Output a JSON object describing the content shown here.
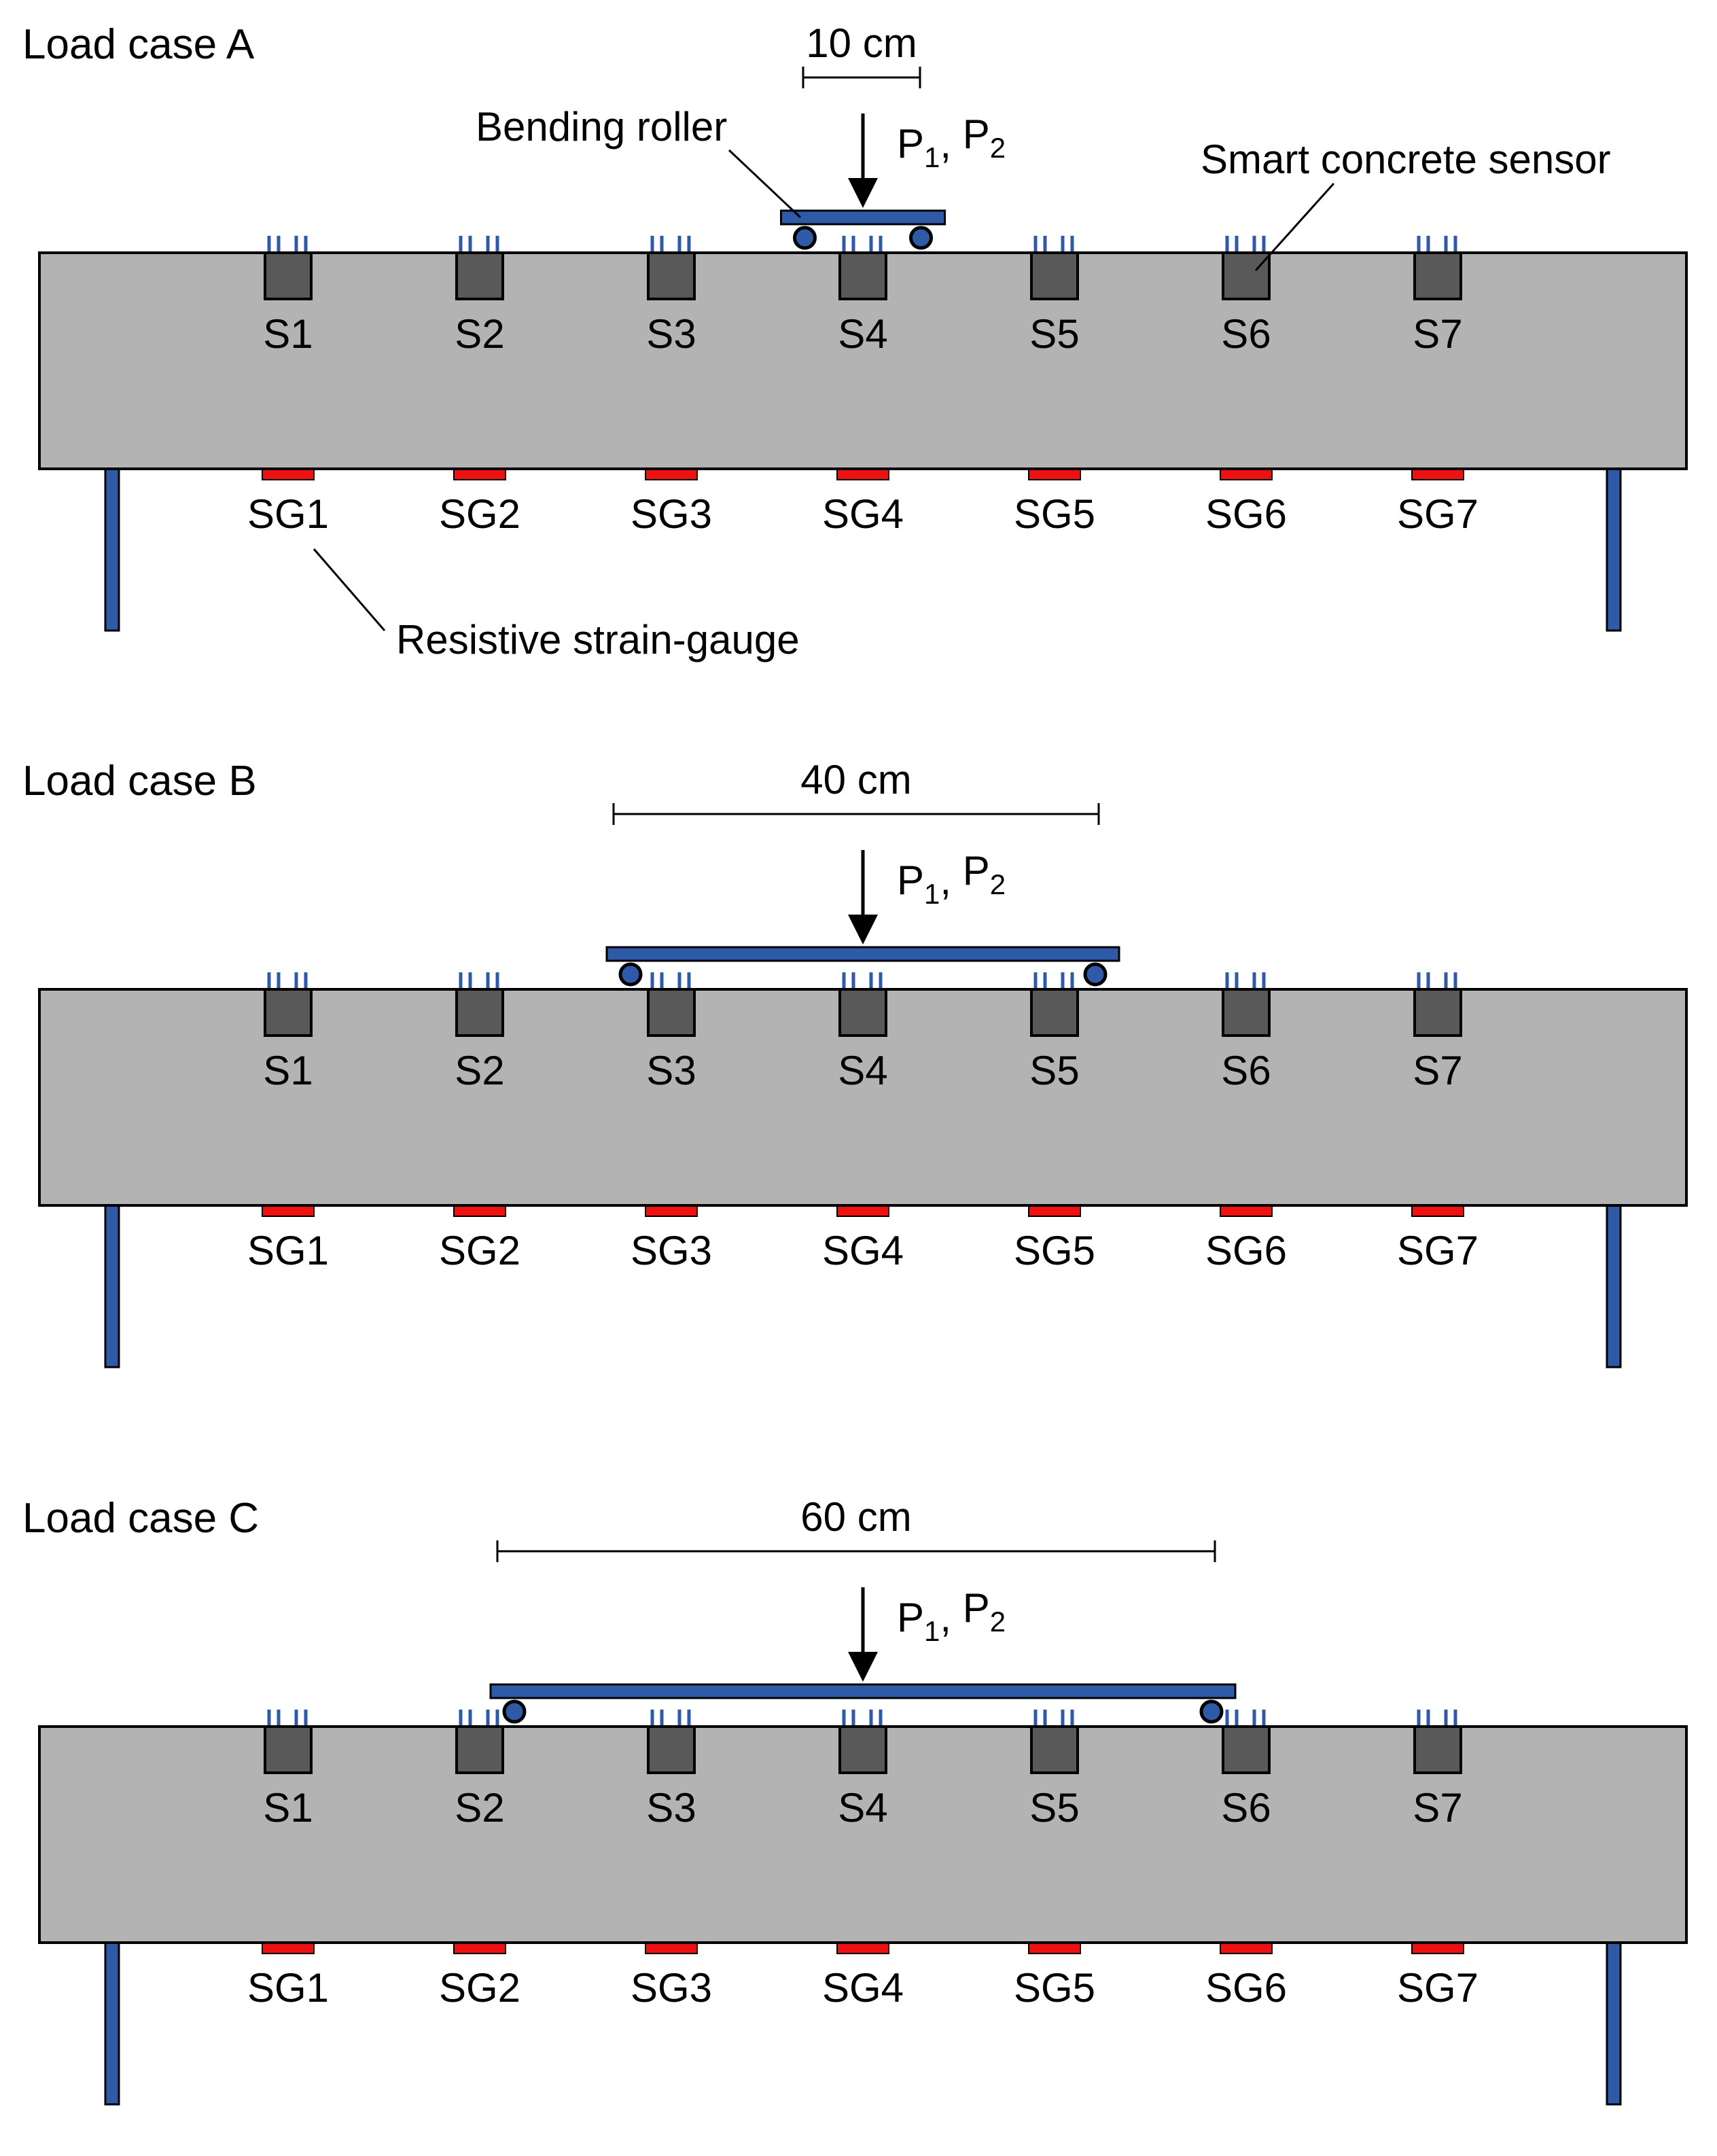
{
  "colors": {
    "beam_fill": "#b3b3b3",
    "beam_stroke": "#000000",
    "sensor_fill": "#595959",
    "wire": "#2e5aa8",
    "gauge_fill": "#ee1111",
    "steel_fill": "#2e5aa8",
    "steel_stroke": "#000000",
    "text": "#000000"
  },
  "icons": {
    "sensor": "smart-concrete-sensor-icon",
    "gauge": "strain-gauge-icon",
    "roller": "roller-icon",
    "arrow": "load-arrow-icon",
    "support": "support-post-icon"
  },
  "sensor_labels": [
    "S1",
    "S2",
    "S3",
    "S4",
    "S5",
    "S6",
    "S7"
  ],
  "gauge_labels": [
    "SG1",
    "SG2",
    "SG3",
    "SG4",
    "SG5",
    "SG6",
    "SG7"
  ],
  "load": {
    "p1": "P",
    "p1_sub": "1",
    "sep": ", ",
    "p2": "P",
    "p2_sub": "2"
  },
  "annotations": {
    "bending_roller": "Bending roller",
    "smart_sensor": "Smart concrete sensor",
    "strain_gauge": "Resistive strain-gauge"
  },
  "cases": [
    {
      "title": "Load case A",
      "span_label": "10 cm",
      "span_cm": 10
    },
    {
      "title": "Load case B",
      "span_label": "40 cm",
      "span_cm": 40
    },
    {
      "title": "Load case C",
      "span_label": "60 cm",
      "span_cm": 60
    }
  ]
}
